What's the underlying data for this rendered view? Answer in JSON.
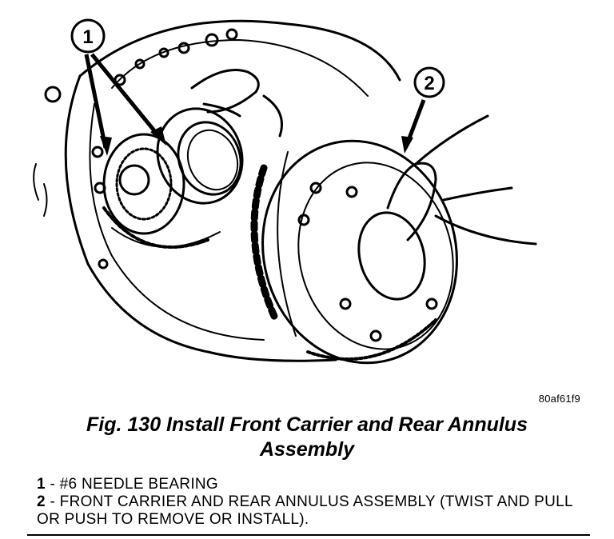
{
  "figure": {
    "callouts": [
      "1",
      "2"
    ],
    "code": "80af61f9"
  },
  "caption": {
    "line1": "Fig. 130 Install Front Carrier and Rear Annulus",
    "line2": "Assembly"
  },
  "legend": [
    {
      "num": "1",
      "text": " - #6 NEEDLE BEARING"
    },
    {
      "num": "2",
      "text": " - FRONT CARRIER AND REAR ANNULUS ASSEMBLY (TWIST AND PULL OR PUSH TO REMOVE OR INSTALL)."
    }
  ]
}
